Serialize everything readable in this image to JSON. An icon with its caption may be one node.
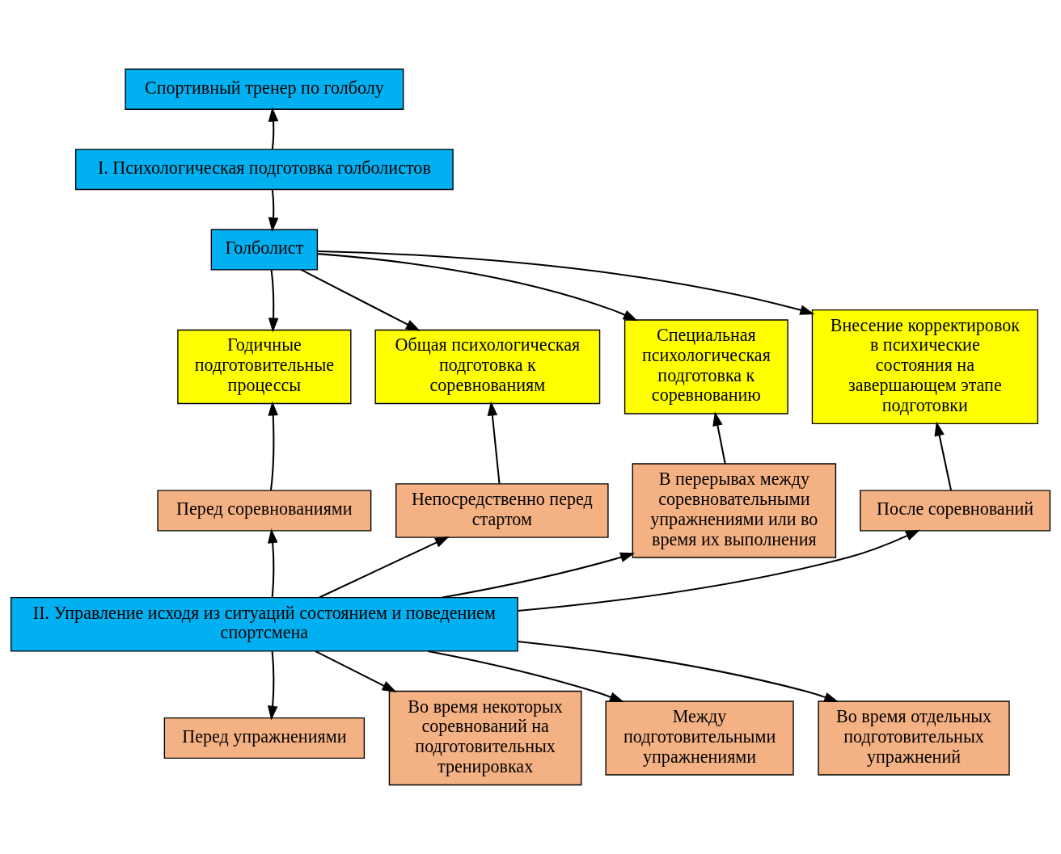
{
  "diagram": {
    "nodes": [
      {
        "text": [
          "Спортивный тренер по голболу"
        ]
      },
      {
        "text": [
          "I. Психологическая подготовка голболистов"
        ]
      },
      {
        "text": [
          "Голболист"
        ]
      },
      {
        "text": [
          "Годичные подготовительные процессы"
        ]
      },
      {
        "text": [
          "Общая психологическая подготовка к соревнованиям"
        ]
      },
      {
        "text": [
          "Специальная психологическая подготовка к соревнованию"
        ]
      },
      {
        "text": [
          "Внесение корректировок в психические состояния на завершающем этапе подготовки"
        ]
      },
      {
        "text": [
          "Перед соревнованиями"
        ]
      },
      {
        "text": [
          "Непосредственно перед стартом"
        ]
      },
      {
        "text": [
          "В перерывах между соревновательными упражнениями или во время их выполнения"
        ]
      },
      {
        "text": [
          "После соревнований"
        ]
      },
      {
        "text": [
          "II. Управление исходя из ситуаций состоянием и поведением спортсмена"
        ]
      },
      {
        "text": [
          "Перед упражнениями"
        ]
      },
      {
        "text": [
          "Во время некоторых соревнований на подготовительных тренировках"
        ]
      },
      {
        "text": [
          "Между подготовительными упражнениями"
        ]
      },
      {
        "text": [
          "Во время отдельных подготовительных упражнений"
        ]
      }
    ],
    "edges": [
      {
        "from": 1,
        "to": 0,
        "arrow": "to"
      },
      {
        "from": 1,
        "to": 2,
        "arrow": "to"
      },
      {
        "from": 2,
        "to": 3,
        "arrow": "to"
      },
      {
        "from": 2,
        "to": 4,
        "arrow": "to"
      },
      {
        "from": 2,
        "to": 5,
        "arrow": "to"
      },
      {
        "from": 2,
        "to": 6,
        "arrow": "to"
      },
      {
        "from": 7,
        "to": 3,
        "arrow": "to"
      },
      {
        "from": 8,
        "to": 4,
        "arrow": "to"
      },
      {
        "from": 9,
        "to": 5,
        "arrow": "to"
      },
      {
        "from": 10,
        "to": 6,
        "arrow": "to"
      },
      {
        "from": 11,
        "to": 7,
        "arrow": "to"
      },
      {
        "from": 11,
        "to": 8,
        "arrow": "to"
      },
      {
        "from": 11,
        "to": 9,
        "arrow": "to"
      },
      {
        "from": 11,
        "to": 10,
        "arrow": "to"
      },
      {
        "from": 11,
        "to": 12,
        "arrow": "to"
      },
      {
        "from": 11,
        "to": 13,
        "arrow": "to"
      },
      {
        "from": 11,
        "to": 14,
        "arrow": "to"
      },
      {
        "from": 11,
        "to": 15,
        "arrow": "to"
      }
    ]
  }
}
